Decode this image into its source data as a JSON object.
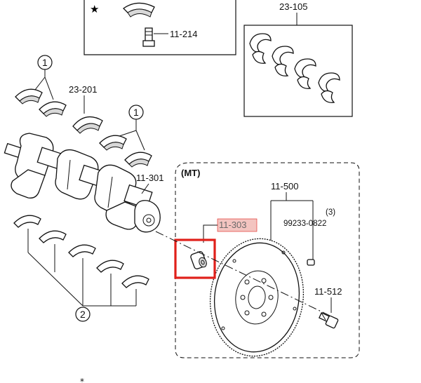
{
  "labels": {
    "part_23_105": "23-105",
    "part_11_214": "11-214",
    "part_23_201": "23-201",
    "part_11_301": "11-301",
    "mt": "(MT)",
    "part_11_500": "11-500",
    "part_11_303": "11-303",
    "qty_3": "(3)",
    "part_99233": "99233-0822",
    "part_11_512": "11-512",
    "callout_1_top": "1",
    "callout_1_right": "1",
    "callout_2": "2",
    "star": "★"
  },
  "colors": {
    "highlight_box": "#e0201a",
    "highlight_label_bg": "#f3c4c0",
    "line": "#111111"
  }
}
